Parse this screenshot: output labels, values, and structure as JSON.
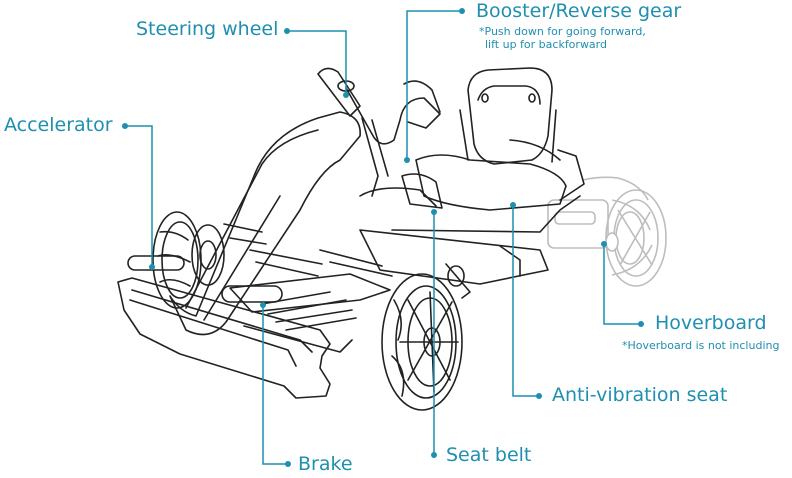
{
  "labels": {
    "steering_wheel": "Steering wheel",
    "booster": "Booster/Reverse gear",
    "booster_note_1": "*Push down for going forward,",
    "booster_note_2": "lift up for backforward",
    "accelerator": "Accelerator",
    "hoverboard": "Hoverboard",
    "hoverboard_note": "*Hoverboard is not including",
    "anti_vibration_seat": "Anti-vibration seat",
    "seat_belt": "Seat belt",
    "brake": "Brake"
  },
  "colors": {
    "callout": "#1f8fb0",
    "line_art": "#222222",
    "hoverboard_art": "#bdbdbd"
  }
}
